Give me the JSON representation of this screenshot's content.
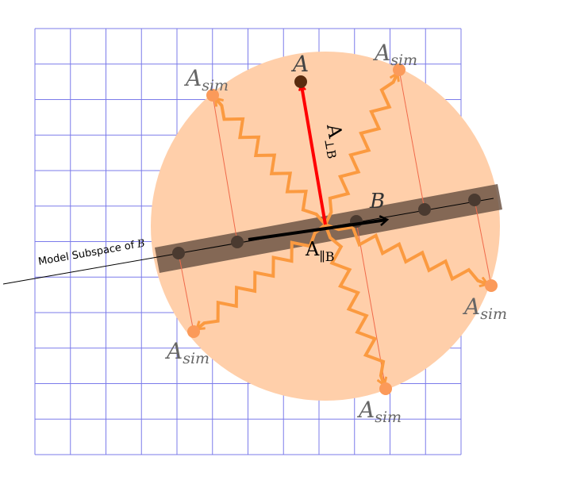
{
  "labels": {
    "a_main": "A",
    "a_sim_base": "A",
    "a_sim_sub": "sim",
    "b_label": "B",
    "perp_base": "A",
    "perp_sub": "⊥B",
    "par_base": "A",
    "par_sub": "∥B",
    "subspace_text": "Model Subspace of",
    "subspace_var": "B"
  },
  "colors": {
    "grid": "#7b7bea",
    "disk": "#ffcfaa",
    "band": "#6e5646",
    "sim_point": "#fb9a5a",
    "sim_path": "#fb9a40",
    "thin_red": "#f06a4a",
    "perp_vector": "#ff0000",
    "parallel_vector": "#000000",
    "a_point": "#5a2c0e",
    "label_gray": "#666666"
  }
}
